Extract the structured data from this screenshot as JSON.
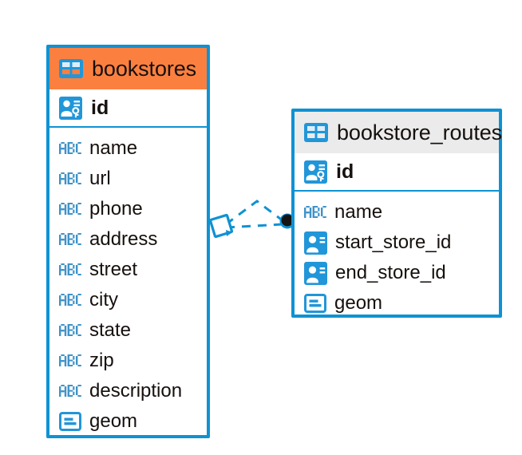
{
  "diagram": {
    "type": "entity-relationship-diagram",
    "background": "#ffffff",
    "accent_blue": "#0f92d3",
    "selected_header_color": "#fb8040",
    "unselected_header_color": "#ebebeb",
    "text_color": "#16100e"
  },
  "entities": [
    {
      "name": "bookstores",
      "title": "bookstores",
      "selected": true,
      "header_icon": "table-icon",
      "primary_key": {
        "label": "id",
        "icon": "primary-key-icon"
      },
      "attributes": [
        {
          "label": "name",
          "icon": "text-type-icon"
        },
        {
          "label": "url",
          "icon": "text-type-icon"
        },
        {
          "label": "phone",
          "icon": "text-type-icon"
        },
        {
          "label": "address",
          "icon": "text-type-icon"
        },
        {
          "label": "street",
          "icon": "text-type-icon"
        },
        {
          "label": "city",
          "icon": "text-type-icon"
        },
        {
          "label": "state",
          "icon": "text-type-icon"
        },
        {
          "label": "zip",
          "icon": "text-type-icon"
        },
        {
          "label": "description",
          "icon": "text-type-icon"
        },
        {
          "label": "geom",
          "icon": "geometry-type-icon"
        }
      ]
    },
    {
      "name": "bookstore_routes",
      "title": "bookstore_routes",
      "selected": false,
      "header_icon": "table-icon",
      "primary_key": {
        "label": "id",
        "icon": "primary-key-icon"
      },
      "attributes": [
        {
          "label": "name",
          "icon": "text-type-icon"
        },
        {
          "label": "start_store_id",
          "icon": "foreign-key-icon"
        },
        {
          "label": "end_store_id",
          "icon": "foreign-key-icon"
        },
        {
          "label": "geom",
          "icon": "geometry-type-icon"
        }
      ]
    }
  ],
  "relationship": {
    "name": "bookstores-to-bookstore-routes",
    "style": "dashed",
    "color": "#0f92d3",
    "source_marker": "diamond",
    "target_marker": "filled-circle",
    "label": ""
  }
}
